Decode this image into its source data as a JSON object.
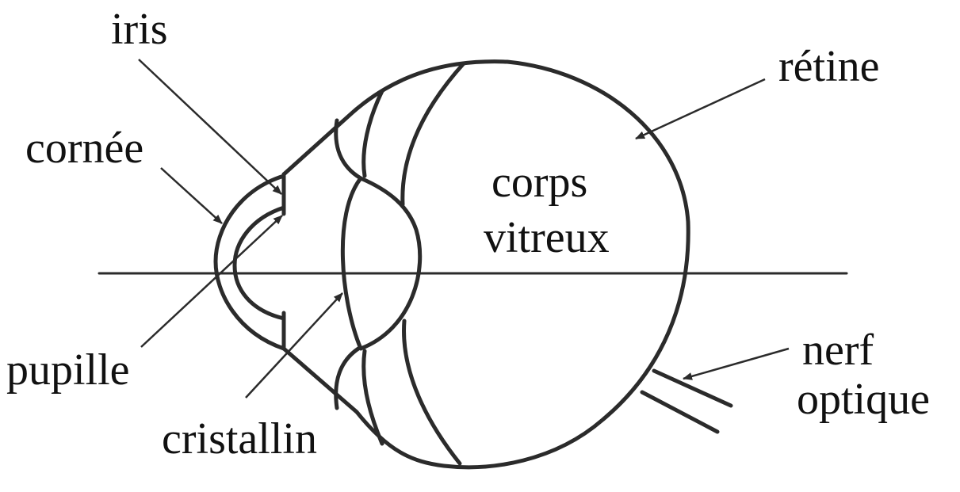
{
  "labels": {
    "iris": "iris",
    "cornea": "cornée",
    "pupil": "pupille",
    "lens": "cristallin",
    "vitreous_line1": "corps",
    "vitreous_line2": "vitreux",
    "retina": "rétine",
    "optic_nerve_line1": "nerf",
    "optic_nerve_line2": "optique"
  },
  "colors": {
    "ink": "#2b2b2b",
    "text": "#111111",
    "background": "#ffffff"
  }
}
